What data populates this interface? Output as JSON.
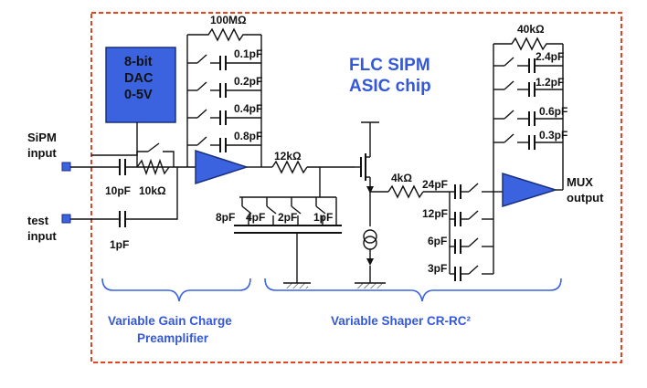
{
  "chip": {
    "title_line1": "FLC SIPM",
    "title_line2": "ASIC chip",
    "border_color": "#d9462a"
  },
  "dac": {
    "line1": "8-bit",
    "line2": "DAC",
    "line3": "0-5V",
    "fill_color": "#3b63e0"
  },
  "inputs": {
    "sipm_line1": "SiPM",
    "sipm_line2": "input",
    "test_line1": "test",
    "test_line2": "input"
  },
  "preamp": {
    "feedback_resistor": "100MΩ",
    "feedback_caps": [
      "0.1pF",
      "0.2pF",
      "0.4pF",
      "0.8pF"
    ],
    "input_cap": "10pF",
    "input_resistor": "10kΩ",
    "test_cap": "1pF",
    "shunt_caps": [
      "8pF",
      "4pF",
      "2pF",
      "1pF"
    ],
    "series_resistor": "12kΩ"
  },
  "shaper": {
    "series_resistor": "4kΩ",
    "input_caps": [
      "24pF",
      "12pF",
      "6pF",
      "3pF"
    ],
    "feedback_resistor": "40kΩ",
    "feedback_caps": [
      "2.4pF",
      "1.2pF",
      "0.6pF",
      "0.3pF"
    ]
  },
  "output": {
    "line1": "MUX",
    "line2": "output"
  },
  "captions": {
    "preamp_line1": "Variable Gain Charge",
    "preamp_line2": "Preamplifier",
    "shaper": "Variable Shaper CR-RC²"
  },
  "colors": {
    "amplifier": "#3b63e0",
    "caption": "#3558d8",
    "brace": "#3b63e0",
    "terminal": "#3b63e0"
  }
}
